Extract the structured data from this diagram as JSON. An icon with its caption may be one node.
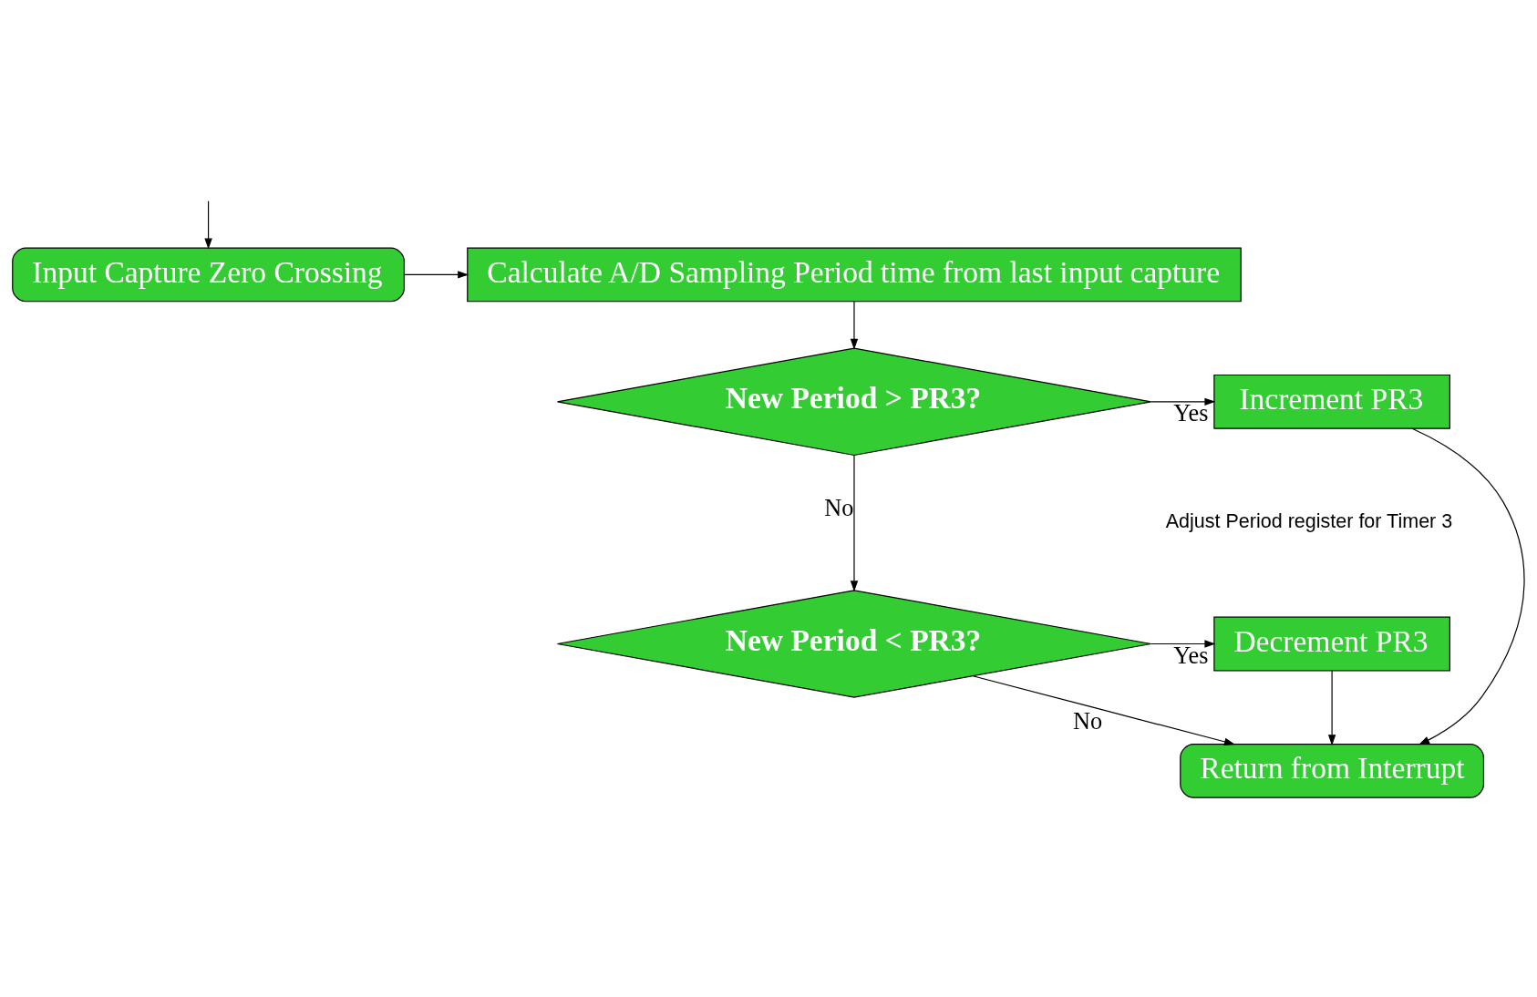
{
  "diagram": {
    "nodes": [
      {
        "text": [
          "Input Capture Zero Crossing"
        ]
      },
      {
        "text": [
          "Calculate A/D Sampling Period time from last input capture"
        ]
      },
      {
        "text": [
          "New Period > PR3?"
        ]
      },
      {
        "text": [
          "Increment PR3"
        ]
      },
      {
        "text": [
          "New Period < PR3?"
        ]
      },
      {
        "text": [
          "Decrement PR3"
        ]
      },
      {
        "text": [
          "Return from Interrupt"
        ]
      }
    ],
    "edges": [
      {
        "from": null,
        "to": 0,
        "arrow": "to"
      },
      {
        "from": 0,
        "to": 1,
        "arrow": "to"
      },
      {
        "from": 1,
        "to": 2,
        "arrow": "to"
      },
      {
        "from": 2,
        "to": 3,
        "arrow": "to",
        "label": "Yes"
      },
      {
        "from": 2,
        "to": 4,
        "arrow": "to",
        "label": "No"
      },
      {
        "from": 4,
        "to": 5,
        "arrow": "to",
        "label": "Yes"
      },
      {
        "from": 3,
        "to": 6,
        "arrow": "to"
      },
      {
        "from": 5,
        "to": 6,
        "arrow": "to"
      },
      {
        "from": 4,
        "to": 6,
        "arrow": "to",
        "label": "No"
      }
    ],
    "labels": [
      "Adjust Period register for Timer 3"
    ]
  }
}
